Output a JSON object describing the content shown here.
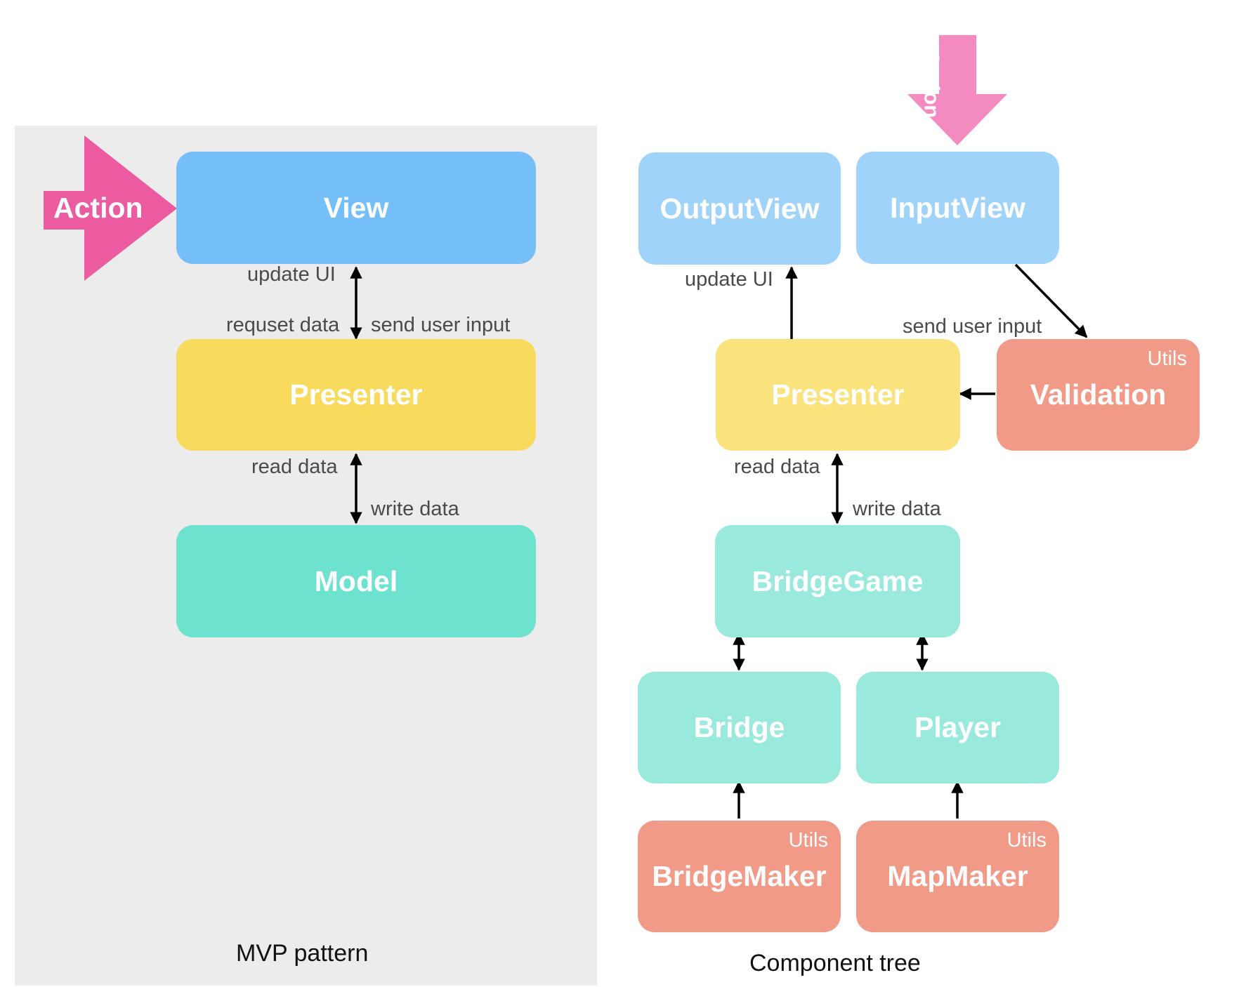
{
  "colors": {
    "panel": "#ececec",
    "view": "#74bff8",
    "view_light": "#a0d3f9",
    "presenter": "#f8db5c",
    "presenter_light": "#fae27d",
    "model": "#6de3cf",
    "model_light": "#99eadc",
    "utils": "#f29a88",
    "action": "#ec5aa0",
    "action_light": "#f38bc0",
    "arrow": "#000000"
  },
  "mvp": {
    "action": "Action",
    "view": "View",
    "presenter": "Presenter",
    "model": "Model",
    "labels": {
      "update_ui": "update UI",
      "request_data": "requset data",
      "send_user_input": "send user input",
      "read_data": "read data",
      "write_data": "write data"
    },
    "caption": "MVP pattern"
  },
  "tree": {
    "action": "Action",
    "output_view": "OutputView",
    "input_view": "InputView",
    "presenter": "Presenter",
    "validation": "Validation",
    "bridge_game": "BridgeGame",
    "bridge": "Bridge",
    "player": "Player",
    "bridge_maker": "BridgeMaker",
    "map_maker": "MapMaker",
    "utils_tag": "Utils",
    "labels": {
      "update_ui": "update UI",
      "send_user_input": "send user input",
      "read_data": "read data",
      "write_data": "write data"
    },
    "caption": "Component tree"
  }
}
